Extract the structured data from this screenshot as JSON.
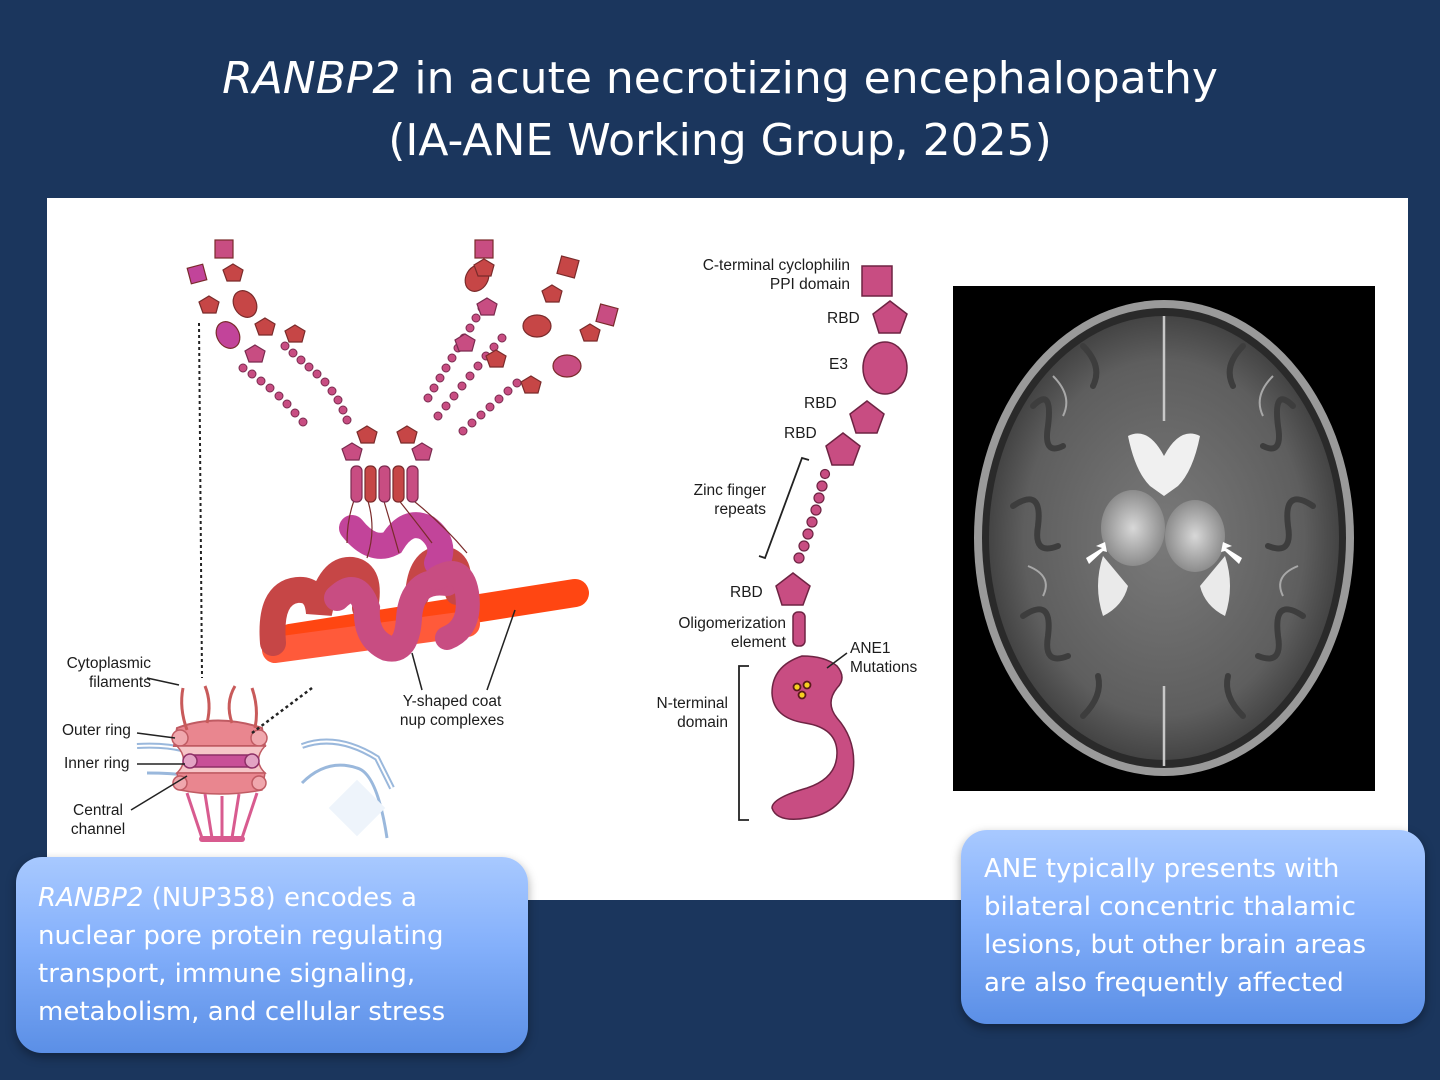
{
  "slide": {
    "title_gene": "RANBP2",
    "title_rest_line1": " in acute necrotizing encephalopathy",
    "title_line2": "(IA-ANE Working Group, 2025)"
  },
  "pore_diagram": {
    "labels": {
      "cytoplasmic_filaments_1": "Cytoplasmic",
      "cytoplasmic_filaments_2": "filaments",
      "outer_ring": "Outer ring",
      "inner_ring": "Inner ring",
      "central_channel_1": "Central",
      "central_channel_2": "channel",
      "y_shaped_1": "Y-shaped coat",
      "y_shaped_2": "nup complexes"
    }
  },
  "domain_diagram": {
    "labels": {
      "c_terminal_1": "C-terminal cyclophilin",
      "c_terminal_2": "PPI domain",
      "rbd_1": "RBD",
      "e3": "E3",
      "rbd_2": "RBD",
      "rbd_3": "RBD",
      "zinc_1": "Zinc finger",
      "zinc_2": "repeats",
      "rbd_4": "RBD",
      "oligo_1": "Oligomerization",
      "oligo_2": "element",
      "ane1_1": "ANE1",
      "ane1_2": "Mutations",
      "n_terminal_1": "N-terminal",
      "n_terminal_2": "domain"
    }
  },
  "callouts": {
    "left_gene": "RANBP2",
    "left_text": " (NUP358) encodes a nuclear pore protein regulating transport, immune signaling, metabolism, and cellular stress",
    "right_text": "ANE typically presents with bilateral concentric thalamic lesions, but other brain areas are also frequently affected"
  },
  "colors": {
    "background": "#1b365d",
    "magenta": "#c4457c",
    "red": "#c84b4b",
    "purple": "#c2449a",
    "orange": "#ff4a1c",
    "callout": "#84b0fb"
  }
}
